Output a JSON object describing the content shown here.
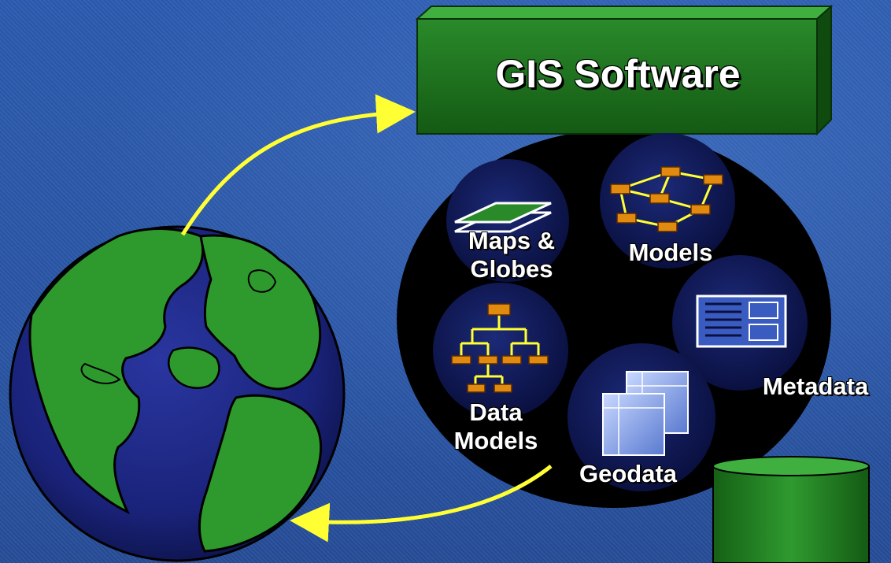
{
  "title": "GIS Software",
  "components": {
    "maps_globes": [
      "Maps &",
      "Globes"
    ],
    "models": "Models",
    "data_models": [
      "Data",
      "Models"
    ],
    "metadata": "Metadata",
    "geodata": "Geodata"
  },
  "colors": {
    "background": "#2a56a8",
    "box_green": "#1f7a1f",
    "arrow": "#ffff33",
    "node_orange": "#e08a10",
    "land": "#2e9a2e",
    "ocean": "#1a237a"
  }
}
